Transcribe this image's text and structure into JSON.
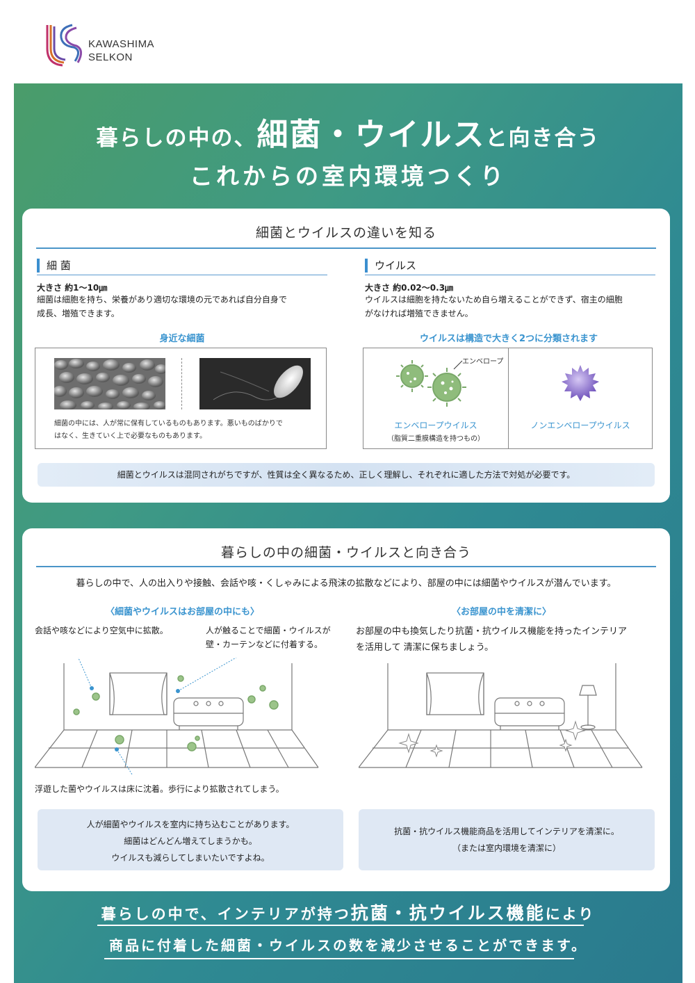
{
  "brand": {
    "line1": "KAWASHIMA",
    "line2": "SELKON"
  },
  "headline": {
    "line1_a": "暮らしの中の、",
    "line1_b": "細菌・ウイルス",
    "line1_c": "と向き合う",
    "line2": "これからの室内環境つくり"
  },
  "section1": {
    "title": "細菌とウイルスの違いを知る",
    "bacteria": {
      "heading": "細 菌",
      "size": "大きさ 約1～10㎛",
      "desc_1": "細菌は細胞を持ち、栄養があり適切な環境の元であれば自分自身で",
      "desc_2": "成長、増殖できます。",
      "sub_heading": "身近な細菌",
      "note_1": "細菌の中には、人が常に保有しているものもあります。悪いものばかりで",
      "note_2": "はなく、生きていく上で必要なものもあります。"
    },
    "virus": {
      "heading": "ウイルス",
      "size": "大きさ 約0.02～0.3㎛",
      "desc_1": "ウイルスは細胞を持たないため自ら増えることができず、宿主の細胞",
      "desc_2": "がなければ増殖できません。",
      "sub_heading": "ウイルスは構造で大きく2つに分類されます",
      "envelope_label": "エンベロープ",
      "enveloped": "エンベロープウイルス",
      "enveloped_sub": "（脂質二重膜構造を持つもの）",
      "non_enveloped": "ノンエンベロープウイルス"
    },
    "band": "細菌とウイルスは混同されがちですが、性質は全く異なるため、正しく理解し、それぞれに適した方法で対処が必要です。"
  },
  "section2": {
    "title": "暮らしの中の細菌・ウイルスと向き合う",
    "intro": "暮らしの中で、人の出入りや接触、会話や咳・くしゃみによる飛沫の拡散などにより、部屋の中には細菌やウイルスが潜んでいます。",
    "left": {
      "heading": "〈細菌やウイルスはお部屋の中にも〉",
      "ann_1": "会話や咳などにより空気中に拡散。",
      "ann_2a": "人が触ることで細菌・ウイルスが",
      "ann_2b": "壁・カーテンなどに付着する。",
      "ann_3": "浮遊した菌やウイルスは床に沈着。歩行により拡散されてしまう。",
      "note_1": "人が細菌やウイルスを室内に持ち込むことがあります。",
      "note_2": "細菌はどんどん増えてしまうかも。",
      "note_3": "ウイルスも減らしてしまいたいですよね。"
    },
    "right": {
      "heading": "〈お部屋の中を清潔に〉",
      "desc_1": "お部屋の中も換気したり抗菌・抗ウイルス機能を持ったインテリア",
      "desc_2": "を活用して 清潔に保ちましょう。",
      "note_1": "抗菌・抗ウイルス機能商品を活用してインテリアを清潔に。",
      "note_2": "（または室内環境を清潔に）"
    }
  },
  "bottom": {
    "line1_a": "暮らしの中で、インテリアが持つ",
    "line1_b": "抗菌・抗ウイルス機能",
    "line1_c": "により",
    "line2": "商品に付着した細菌・ウイルスの数を減少させることができます。"
  },
  "colors": {
    "accent_blue": "#3a94cf",
    "green": "#7aa86a",
    "purple": "#7a5cc0"
  }
}
